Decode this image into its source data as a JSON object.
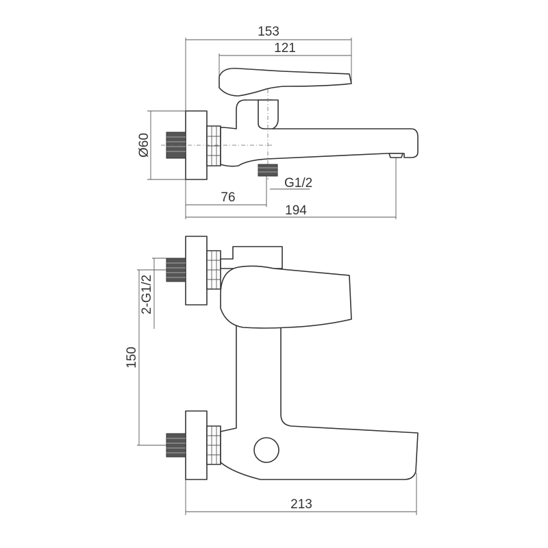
{
  "top_view": {
    "dim_153": "153",
    "dim_121": "121",
    "dim_diam60": "Ø60",
    "dim_g12": "G1/2",
    "dim_76": "76",
    "dim_194": "194"
  },
  "front_view": {
    "dim_2g12": "2-G1/2",
    "dim_150": "150",
    "dim_213": "213"
  },
  "colors": {
    "line": "#333333",
    "hatch": "#555555"
  }
}
